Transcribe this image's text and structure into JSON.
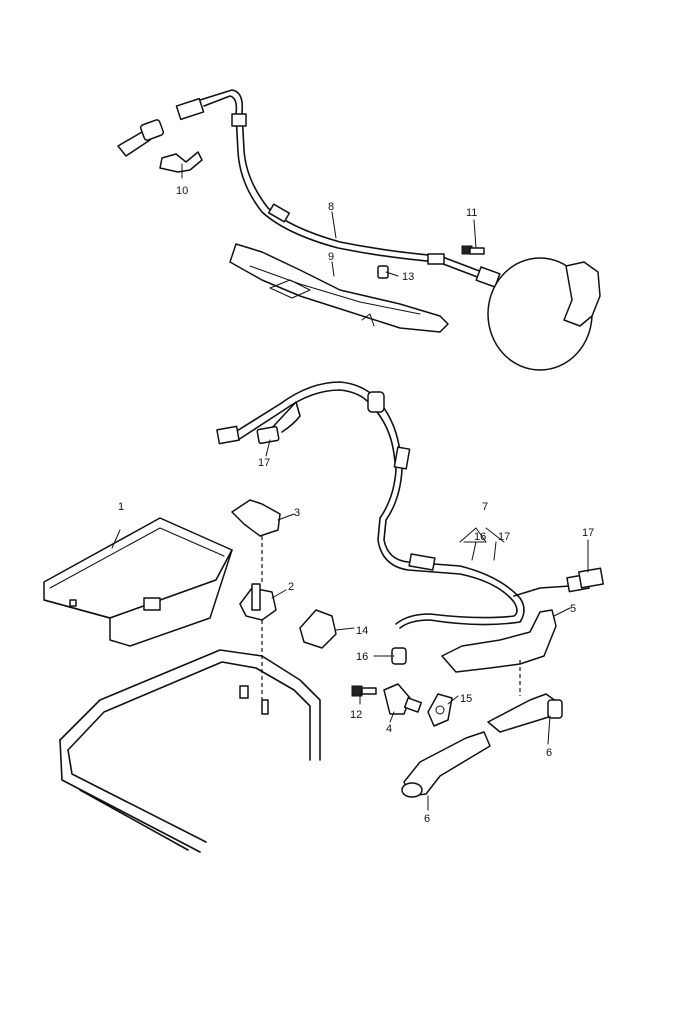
{
  "callouts": {
    "c1": "1",
    "c2": "2",
    "c3": "3",
    "c4": "4",
    "c5": "5",
    "c6a": "6",
    "c6b": "6",
    "c7": "7",
    "c8": "8",
    "c9": "9",
    "c10": "10",
    "c11": "11",
    "c12": "12",
    "c13": "13",
    "c14": "14",
    "c15": "15",
    "c16a": "16",
    "c16b": "16",
    "c17a": "17",
    "c17b": "17",
    "c17c": "17"
  }
}
